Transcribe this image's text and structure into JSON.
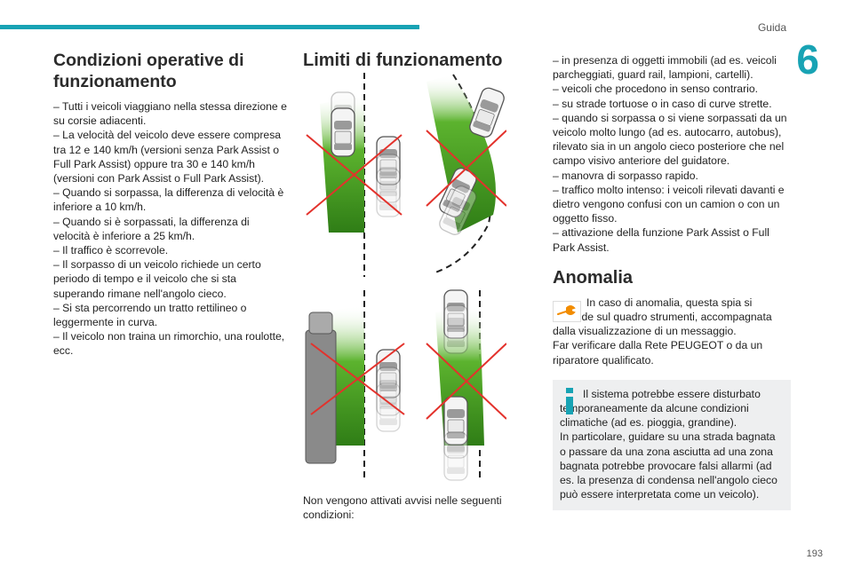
{
  "header": {
    "section": "Guida",
    "chapter": "6"
  },
  "col1": {
    "title": "Condizioni operative di funzionamento",
    "lines": [
      "– Tutti i veicoli viaggiano nella stessa direzione e su corsie adiacenti.",
      "– La velocità del veicolo deve essere compresa tra 12 e 140 km/h (versioni senza Park Assist o Full Park Assist) oppure tra 30 e 140 km/h (versioni con Park Assist o Full Park Assist).",
      "– Quando si sorpassa, la differenza di velocità è inferiore a 10 km/h.",
      "– Quando si è sorpassati, la differenza di velocità è inferiore a 25 km/h.",
      "– Il traffico è scorrevole.",
      "– Il sorpasso di un veicolo richiede un certo periodo di tempo e il veicolo che si sta superando rimane nell'angolo cieco.",
      "– Si sta percorrendo un tratto rettilineo o leggermente in curva.",
      "– Il veicolo non traina un rimorchio, una roulotte, ecc."
    ]
  },
  "col2": {
    "title": "Limiti di funzionamento",
    "caption": "Non vengono attivati avvisi nelle seguenti condizioni:"
  },
  "col3": {
    "lines": [
      "– in presenza di oggetti immobili (ad es. veicoli parcheggiati, guard rail, lampioni, cartelli).",
      "– veicoli che procedono in senso contrario.",
      "– su strade tortuose o in caso di curve strette.",
      "– quando si sorpassa o si viene sorpassati da un veicolo molto lungo (ad es. autocarro, autobus), rilevato sia in un angolo cieco posteriore che nel campo visivo anteriore del guidatore.",
      "– manovra di sorpasso rapido.",
      "– traffico molto intenso: i veicoli rilevati davanti e dietro vengono confusi con un camion o con un oggetto fisso.",
      "– attivazione della funzione Park Assist o Full Park Assist."
    ],
    "anomaly_title": "Anomalia",
    "anomaly_text": "In caso di anomalia, questa spia si accende sul quadro strumenti, accompagnata dalla visualizzazione di un messaggio.",
    "anomaly_text2": "Far verificare dalla Rete PEUGEOT o da un riparatore qualificato.",
    "info_text": "Il sistema potrebbe essere disturbato temporaneamente da alcune condizioni climatiche (ad es. pioggia, grandine).",
    "info_text2": "In particolare, guidare su una strada bagnata o passare da una zona asciutta ad una zona bagnata potrebbe provocare falsi allarmi (ad es. la presenza di condensa nell'angolo cieco può essere interpretata come un veicolo)."
  },
  "page_number": "193",
  "colors": {
    "accent": "#18a3b4",
    "warning": "#f28c00",
    "red_cross": "#e3322c",
    "zone_green": "#4ea626"
  }
}
